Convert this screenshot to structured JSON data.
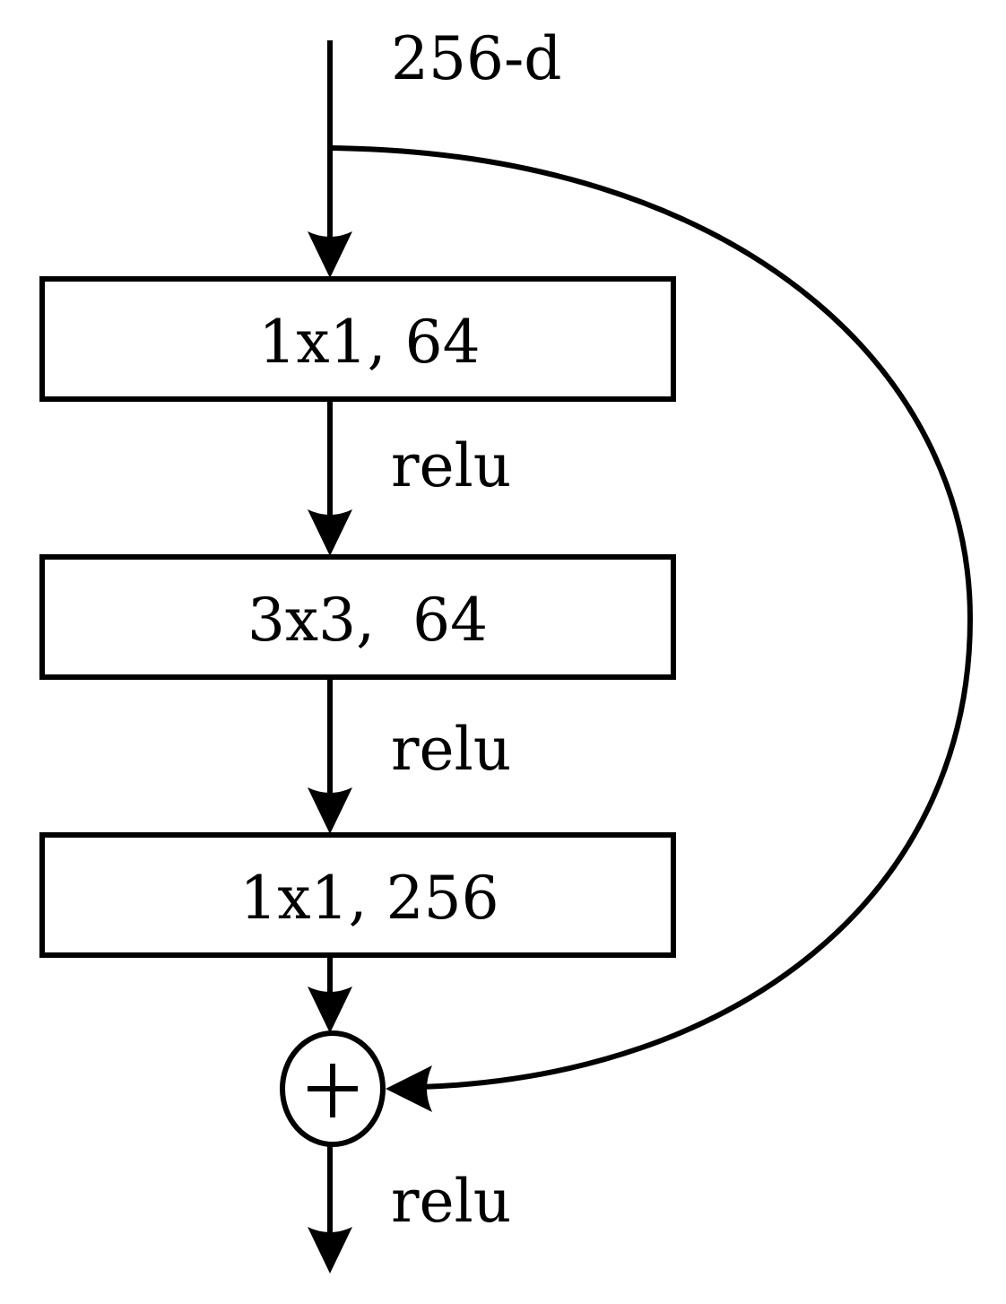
{
  "diagram": {
    "input_label": "256-d",
    "blocks": [
      {
        "label": "1x1, 64"
      },
      {
        "label": "3x3,  64"
      },
      {
        "label": "1x1, 256"
      }
    ],
    "activations": [
      "relu",
      "relu",
      "relu"
    ],
    "sum_symbol": "+",
    "stroke_color": "#000000",
    "background_color": "#ffffff"
  }
}
